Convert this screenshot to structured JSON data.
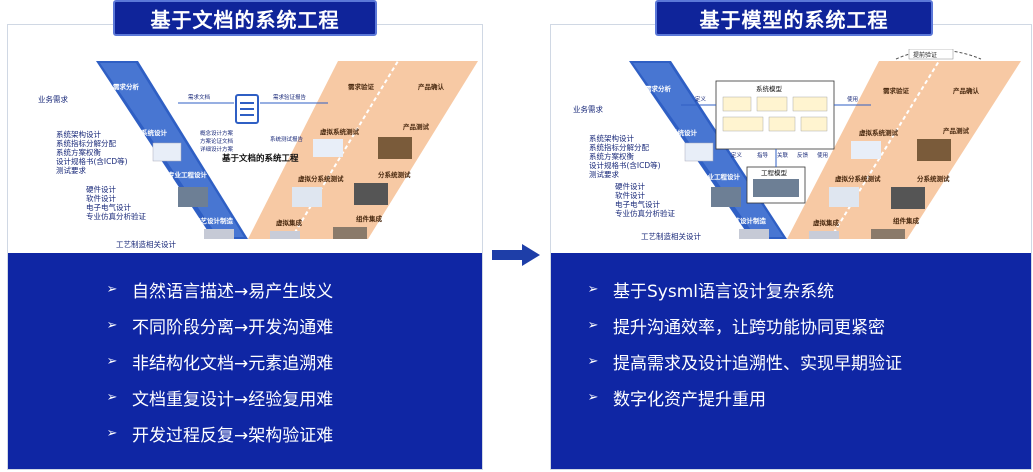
{
  "left_panel": {
    "title": "基于文档的系统工程",
    "diagram": {
      "side_labels": [
        "业务需求",
        "系统架构设计",
        "系统指标分解分配",
        "系统方案权衡",
        "设计规格书(含ICD等)",
        "测试要求",
        "硬件设计",
        "软件设计",
        "电子电气设计",
        "专业仿真分析验证",
        "工艺制造相关设计"
      ],
      "left_boxes": [
        "需求分析",
        "系统设计",
        "专业工程设计",
        "工艺设计制造"
      ],
      "right_boxes": [
        "需求验证",
        "虚拟系统测试",
        "虚拟分系统测试",
        "虚拟集成"
      ],
      "far_right_boxes": [
        "产品确认",
        "产品测试",
        "分系统测试",
        "组件集成"
      ],
      "center_label": "基于文档的系统工程",
      "doc_labels": [
        "需求文档",
        "需求验证报告",
        "概念设计方案",
        "方案论证文档",
        "详细设计方案",
        "系统测试报告"
      ]
    },
    "bullets": [
      "自然语言描述→易产生歧义",
      "不同阶段分离→开发沟通难",
      "非结构化文档→元素追溯难",
      "文档重复设计→经验复用难",
      "开发过程反复→架构验证难"
    ]
  },
  "right_panel": {
    "title": "基于模型的系统工程",
    "diagram": {
      "side_labels": [
        "业务需求",
        "系统架构设计",
        "系统指标分解分配",
        "系统方案权衡",
        "设计规格书(含ICD等)",
        "测试要求",
        "硬件设计",
        "软件设计",
        "电子电气设计",
        "专业仿真分析验证",
        "工艺制造相关设计"
      ],
      "left_boxes": [
        "需求分析",
        "系统设计",
        "专业工程设计",
        "工艺设计制造"
      ],
      "right_boxes": [
        "需求验证",
        "虚拟系统测试",
        "虚拟分系统测试",
        "虚拟集成"
      ],
      "far_right_boxes": [
        "产品确认",
        "产品测试",
        "分系统测试",
        "组件集成"
      ],
      "model_labels": [
        "系统模型",
        "工程模型"
      ],
      "link_labels": [
        "定义",
        "使用",
        "定义",
        "指导",
        "关联",
        "反馈",
        "使用"
      ],
      "early_label": "提前验证"
    },
    "bullets": [
      "基于Sysml语言设计复杂系统",
      "提升沟通效率，让跨功能协同更紧密",
      "提高需求及设计追溯性、实现早期验证",
      "数字化资产提升重用"
    ]
  },
  "colors": {
    "title_bg": "#0f249a",
    "bottom_bg": "#0f26a4",
    "v_left": "#2f5fc4",
    "v_right": "#f5b98a",
    "arrow": "#1e3ea8"
  },
  "icons": {
    "bullet": "chevron-right-icon",
    "mid_arrow": "right-arrow-icon"
  }
}
